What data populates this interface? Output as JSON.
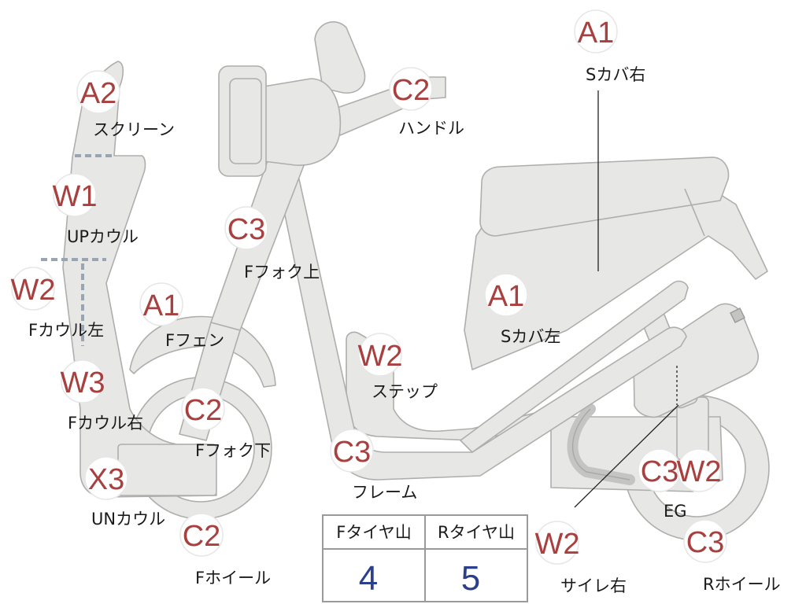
{
  "parts": [
    {
      "id": "screen",
      "grade": "A2",
      "label": "スクリーン"
    },
    {
      "id": "up-cowl",
      "grade": "W1",
      "label": "UPカウル"
    },
    {
      "id": "f-cowl-left",
      "grade": "W2",
      "label": "Fカウル左"
    },
    {
      "id": "f-cowl-right",
      "grade": "W3",
      "label": "Fカウル右"
    },
    {
      "id": "un-cowl",
      "grade": "X3",
      "label": "UNカウル"
    },
    {
      "id": "f-fender",
      "grade": "A1",
      "label": "Fフェン"
    },
    {
      "id": "f-fork-upper",
      "grade": "C3",
      "label": "Fフォク上"
    },
    {
      "id": "f-fork-lower",
      "grade": "C2",
      "label": "Fフォク下"
    },
    {
      "id": "f-wheel",
      "grade": "C2",
      "label": "Fホイール"
    },
    {
      "id": "handle",
      "grade": "C2",
      "label": "ハンドル"
    },
    {
      "id": "step",
      "grade": "W2",
      "label": "ステップ"
    },
    {
      "id": "frame",
      "grade": "C3",
      "label": "フレーム"
    },
    {
      "id": "s-cover-left",
      "grade": "A1",
      "label": "Sカバ左"
    },
    {
      "id": "s-cover-right",
      "grade": "A1",
      "label": "Sカバ右"
    },
    {
      "id": "eg",
      "grade": "C3",
      "label": "EG"
    },
    {
      "id": "eg-w2",
      "grade": "W2",
      "label": ""
    },
    {
      "id": "muffler-right",
      "grade": "W2",
      "label": "サイレ右"
    },
    {
      "id": "r-wheel",
      "grade": "C3",
      "label": "Rホイール"
    }
  ],
  "tire_table": {
    "front_header": "Fタイヤ山",
    "rear_header": "Rタイヤ山",
    "front_value": "4",
    "rear_value": "5"
  },
  "colors": {
    "grade_text": "#a8403f",
    "value_text": "#2b3f8a",
    "part_fill": "#e7e7e5",
    "part_stroke": "#aeaeac",
    "divider": "#9aa4b4"
  }
}
